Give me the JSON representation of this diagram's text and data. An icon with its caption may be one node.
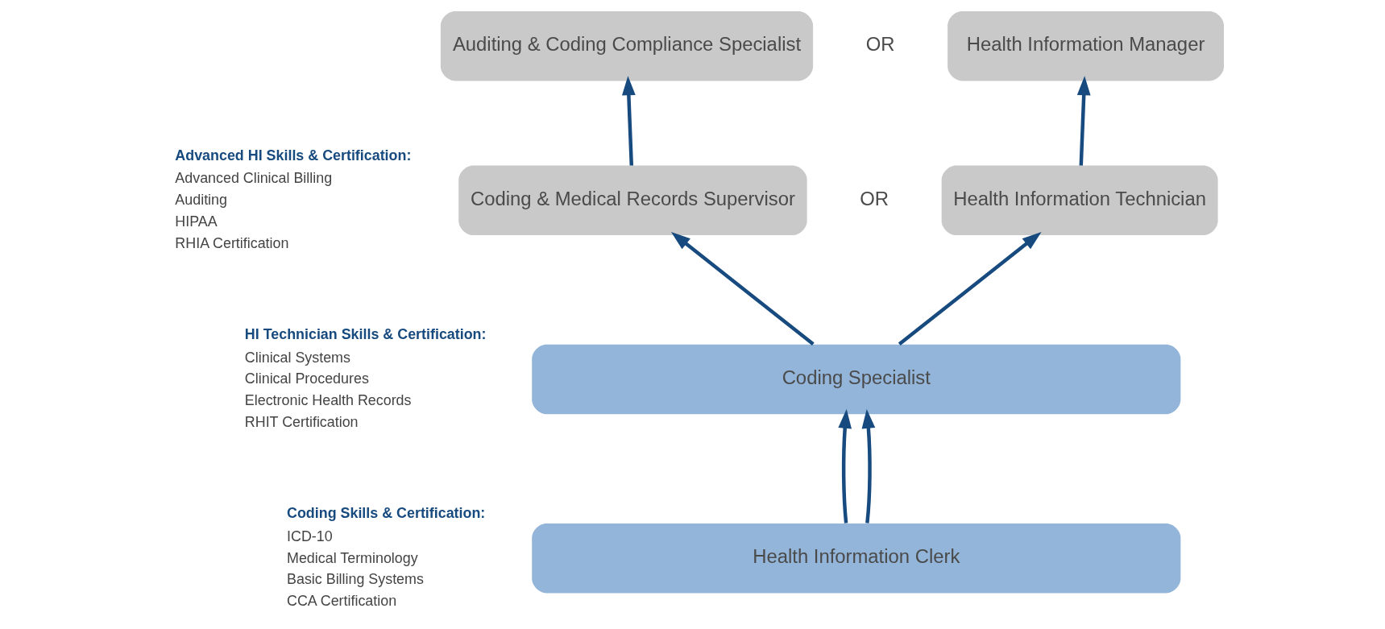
{
  "diagram": {
    "nodes": [
      {
        "text": [
          "Auditing & Coding Compliance Specialist"
        ]
      },
      {
        "text": [
          "Health Information Manager"
        ]
      },
      {
        "text": [
          "Coding & Medical Records Supervisor"
        ]
      },
      {
        "text": [
          "Health Information Technician"
        ]
      },
      {
        "text": [
          "Coding Specialist"
        ]
      },
      {
        "text": [
          "Health Information Clerk"
        ]
      }
    ],
    "edges": [
      {
        "from": 5,
        "to": 4,
        "arrow": "to"
      },
      {
        "from": 5,
        "to": 4,
        "arrow": "to"
      },
      {
        "from": 4,
        "to": 2,
        "arrow": "to"
      },
      {
        "from": 4,
        "to": 3,
        "arrow": "to"
      },
      {
        "from": 2,
        "to": 0,
        "arrow": "to"
      },
      {
        "from": 3,
        "to": 1,
        "arrow": "to"
      }
    ],
    "labels": [
      "OR",
      "OR",
      "Advanced HI Skills & Certification:",
      "Advanced Clinical Billing",
      "Auditing",
      "HIPAA",
      "RHIA Certification",
      "HI Technician Skills & Certification:",
      "Clinical Systems",
      "Clinical Procedures",
      "Electronic Health Records",
      "RHIT Certification",
      "Coding Skills & Certification:",
      "ICD-10",
      "Medical Terminology",
      "Basic Billing Systems",
      "CCA Certification"
    ]
  }
}
